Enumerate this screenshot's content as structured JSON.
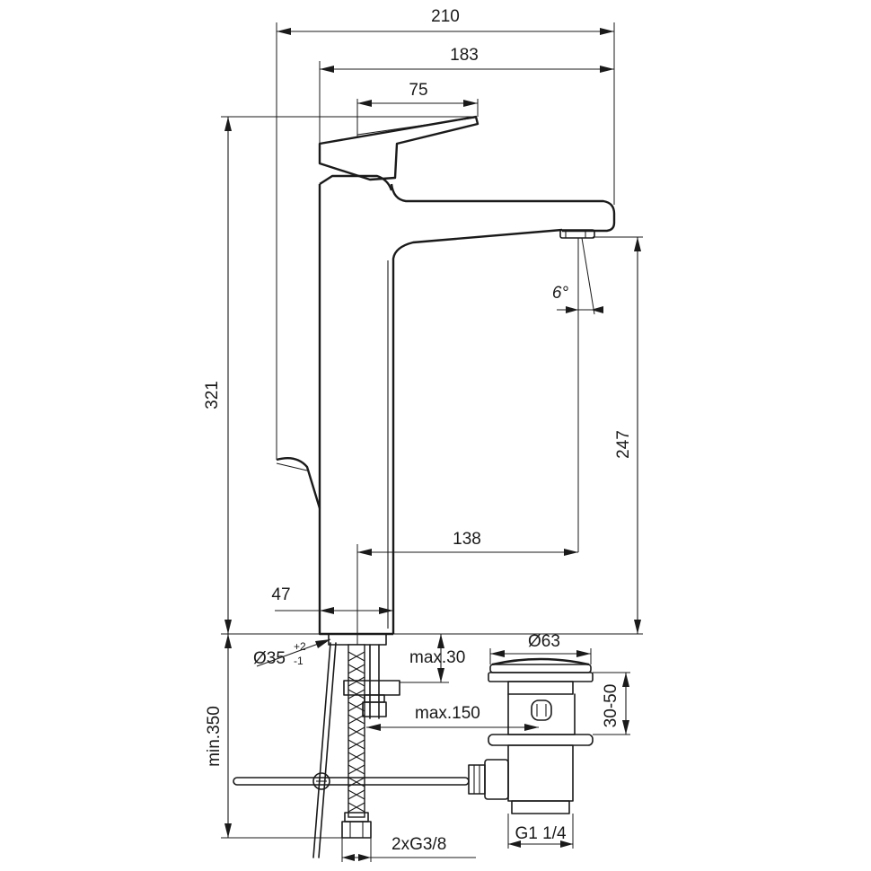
{
  "dimensions": {
    "overall_width": "210",
    "spout_reach": "183",
    "lever_width": "75",
    "overall_height": "321",
    "spout_height": "247",
    "spout_projection": "138",
    "body_width": "47",
    "flow_angle": "6°",
    "hole_diameter": "Ø35",
    "hole_tol_plus": "+2",
    "hole_tol_minus": "-1",
    "deck_thickness": "max.30",
    "hose_length": "max.150",
    "waste_diameter": "Ø63",
    "waste_range": "30-50",
    "min_length": "min.350",
    "connection_thread": "2xG3/8",
    "waste_thread": "G1 1/4"
  }
}
